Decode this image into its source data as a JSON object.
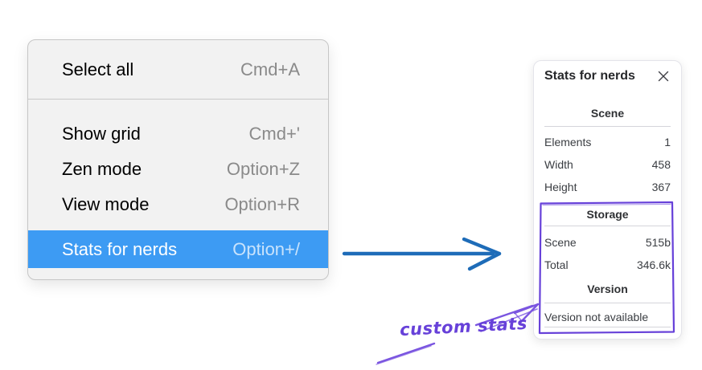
{
  "menu": {
    "items": [
      {
        "label": "Select all",
        "shortcut": "Cmd+A"
      },
      {
        "label": "Show grid",
        "shortcut": "Cmd+'"
      },
      {
        "label": "Zen mode",
        "shortcut": "Option+Z"
      },
      {
        "label": "View mode",
        "shortcut": "Option+R"
      },
      {
        "label": "Stats for nerds",
        "shortcut": "Option+/"
      }
    ],
    "selected_item": "Stats for nerds"
  },
  "stats_panel": {
    "title": "Stats for nerds",
    "sections": {
      "scene": {
        "heading": "Scene",
        "rows": [
          {
            "label": "Elements",
            "value": "1"
          },
          {
            "label": "Width",
            "value": "458"
          },
          {
            "label": "Height",
            "value": "367"
          }
        ]
      },
      "storage": {
        "heading": "Storage",
        "rows": [
          {
            "label": "Scene",
            "value": "515b"
          },
          {
            "label": "Total",
            "value": "346.6k"
          }
        ]
      },
      "version": {
        "heading": "Version",
        "note": "Version not available"
      }
    }
  },
  "annotation": {
    "label": "custom stats"
  },
  "colors": {
    "menu_highlight": "#3d9bf3",
    "arrow_blue": "#1e6cb8",
    "annotation_purple": "#6741d9",
    "menu_background": "#f2f2f2",
    "panel_background": "#ffffff"
  }
}
